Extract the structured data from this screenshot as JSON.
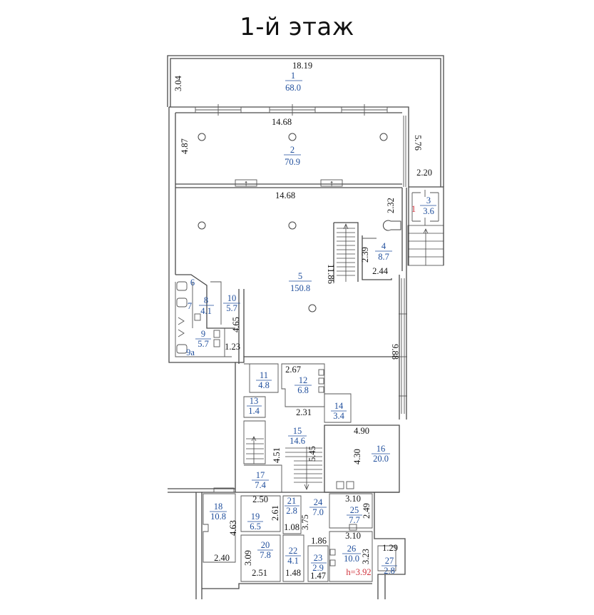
{
  "title": "1-й этаж",
  "colors": {
    "room_label": "#1f4e9c",
    "dimension": "#111111",
    "accent_red": "#d0303a",
    "wall": "#4a4a4a"
  },
  "rooms": [
    {
      "id": "1",
      "area": "68.0"
    },
    {
      "id": "2",
      "area": "70.9"
    },
    {
      "id": "3",
      "area": "3.6"
    },
    {
      "id": "4",
      "area": "8.7"
    },
    {
      "id": "5",
      "area": "150.8"
    },
    {
      "id": "6",
      "area": ""
    },
    {
      "id": "7",
      "area": ""
    },
    {
      "id": "8",
      "area": "4.1"
    },
    {
      "id": "9",
      "area": "5.7"
    },
    {
      "id": "9a",
      "area": ""
    },
    {
      "id": "10",
      "area": "5.7"
    },
    {
      "id": "11",
      "area": "4.8"
    },
    {
      "id": "12",
      "area": "6.8"
    },
    {
      "id": "13",
      "area": "1.4"
    },
    {
      "id": "14",
      "area": "3.4"
    },
    {
      "id": "15",
      "area": "14.6"
    },
    {
      "id": "16",
      "area": "20.0"
    },
    {
      "id": "17",
      "area": "7.4"
    },
    {
      "id": "18",
      "area": "10.8"
    },
    {
      "id": "19",
      "area": "6.5"
    },
    {
      "id": "20",
      "area": "7.8"
    },
    {
      "id": "21",
      "area": "2.8"
    },
    {
      "id": "22",
      "area": "4.1"
    },
    {
      "id": "23",
      "area": "2.9"
    },
    {
      "id": "24",
      "area": "7.0"
    },
    {
      "id": "25",
      "area": "7.7"
    },
    {
      "id": "26",
      "area": "10.0"
    },
    {
      "id": "27",
      "area": "2.8"
    }
  ],
  "dimensions": {
    "d18_19": "18.19",
    "d3_04": "3.04",
    "d14_68a": "14.68",
    "d4_87": "4.87",
    "d5_76": "5.76",
    "d2_20": "2.20",
    "d14_68b": "14.68",
    "d2_32": "2.32",
    "d2_39": "2.39",
    "d2_44": "2.44",
    "d11_86": "11.86",
    "d4_65": "4.65",
    "d1_23": "1.23",
    "d9_88": "9.88",
    "d2_67": "2.67",
    "d2_31": "2.31",
    "d4_90": "4.90",
    "d4_51": "4.51",
    "d5_45": "5.45",
    "d4_30": "4.30",
    "d2_50": "2.50",
    "d2_61": "2.61",
    "d4_63": "4.63",
    "d1_08": "1.08",
    "d3_75": "3.75",
    "d3_10a": "3.10",
    "d2_49": "2.49",
    "d1_86": "1.86",
    "d3_10b": "3.10",
    "d3_09": "3.09",
    "d2_40": "2.40",
    "d2_51": "2.51",
    "d1_48": "1.48",
    "d1_47": "1.47",
    "d3_23": "3.23",
    "d1_29": "1.29"
  },
  "annotations": {
    "entrance_mark": "1",
    "ceiling_height": "h=3.92"
  }
}
